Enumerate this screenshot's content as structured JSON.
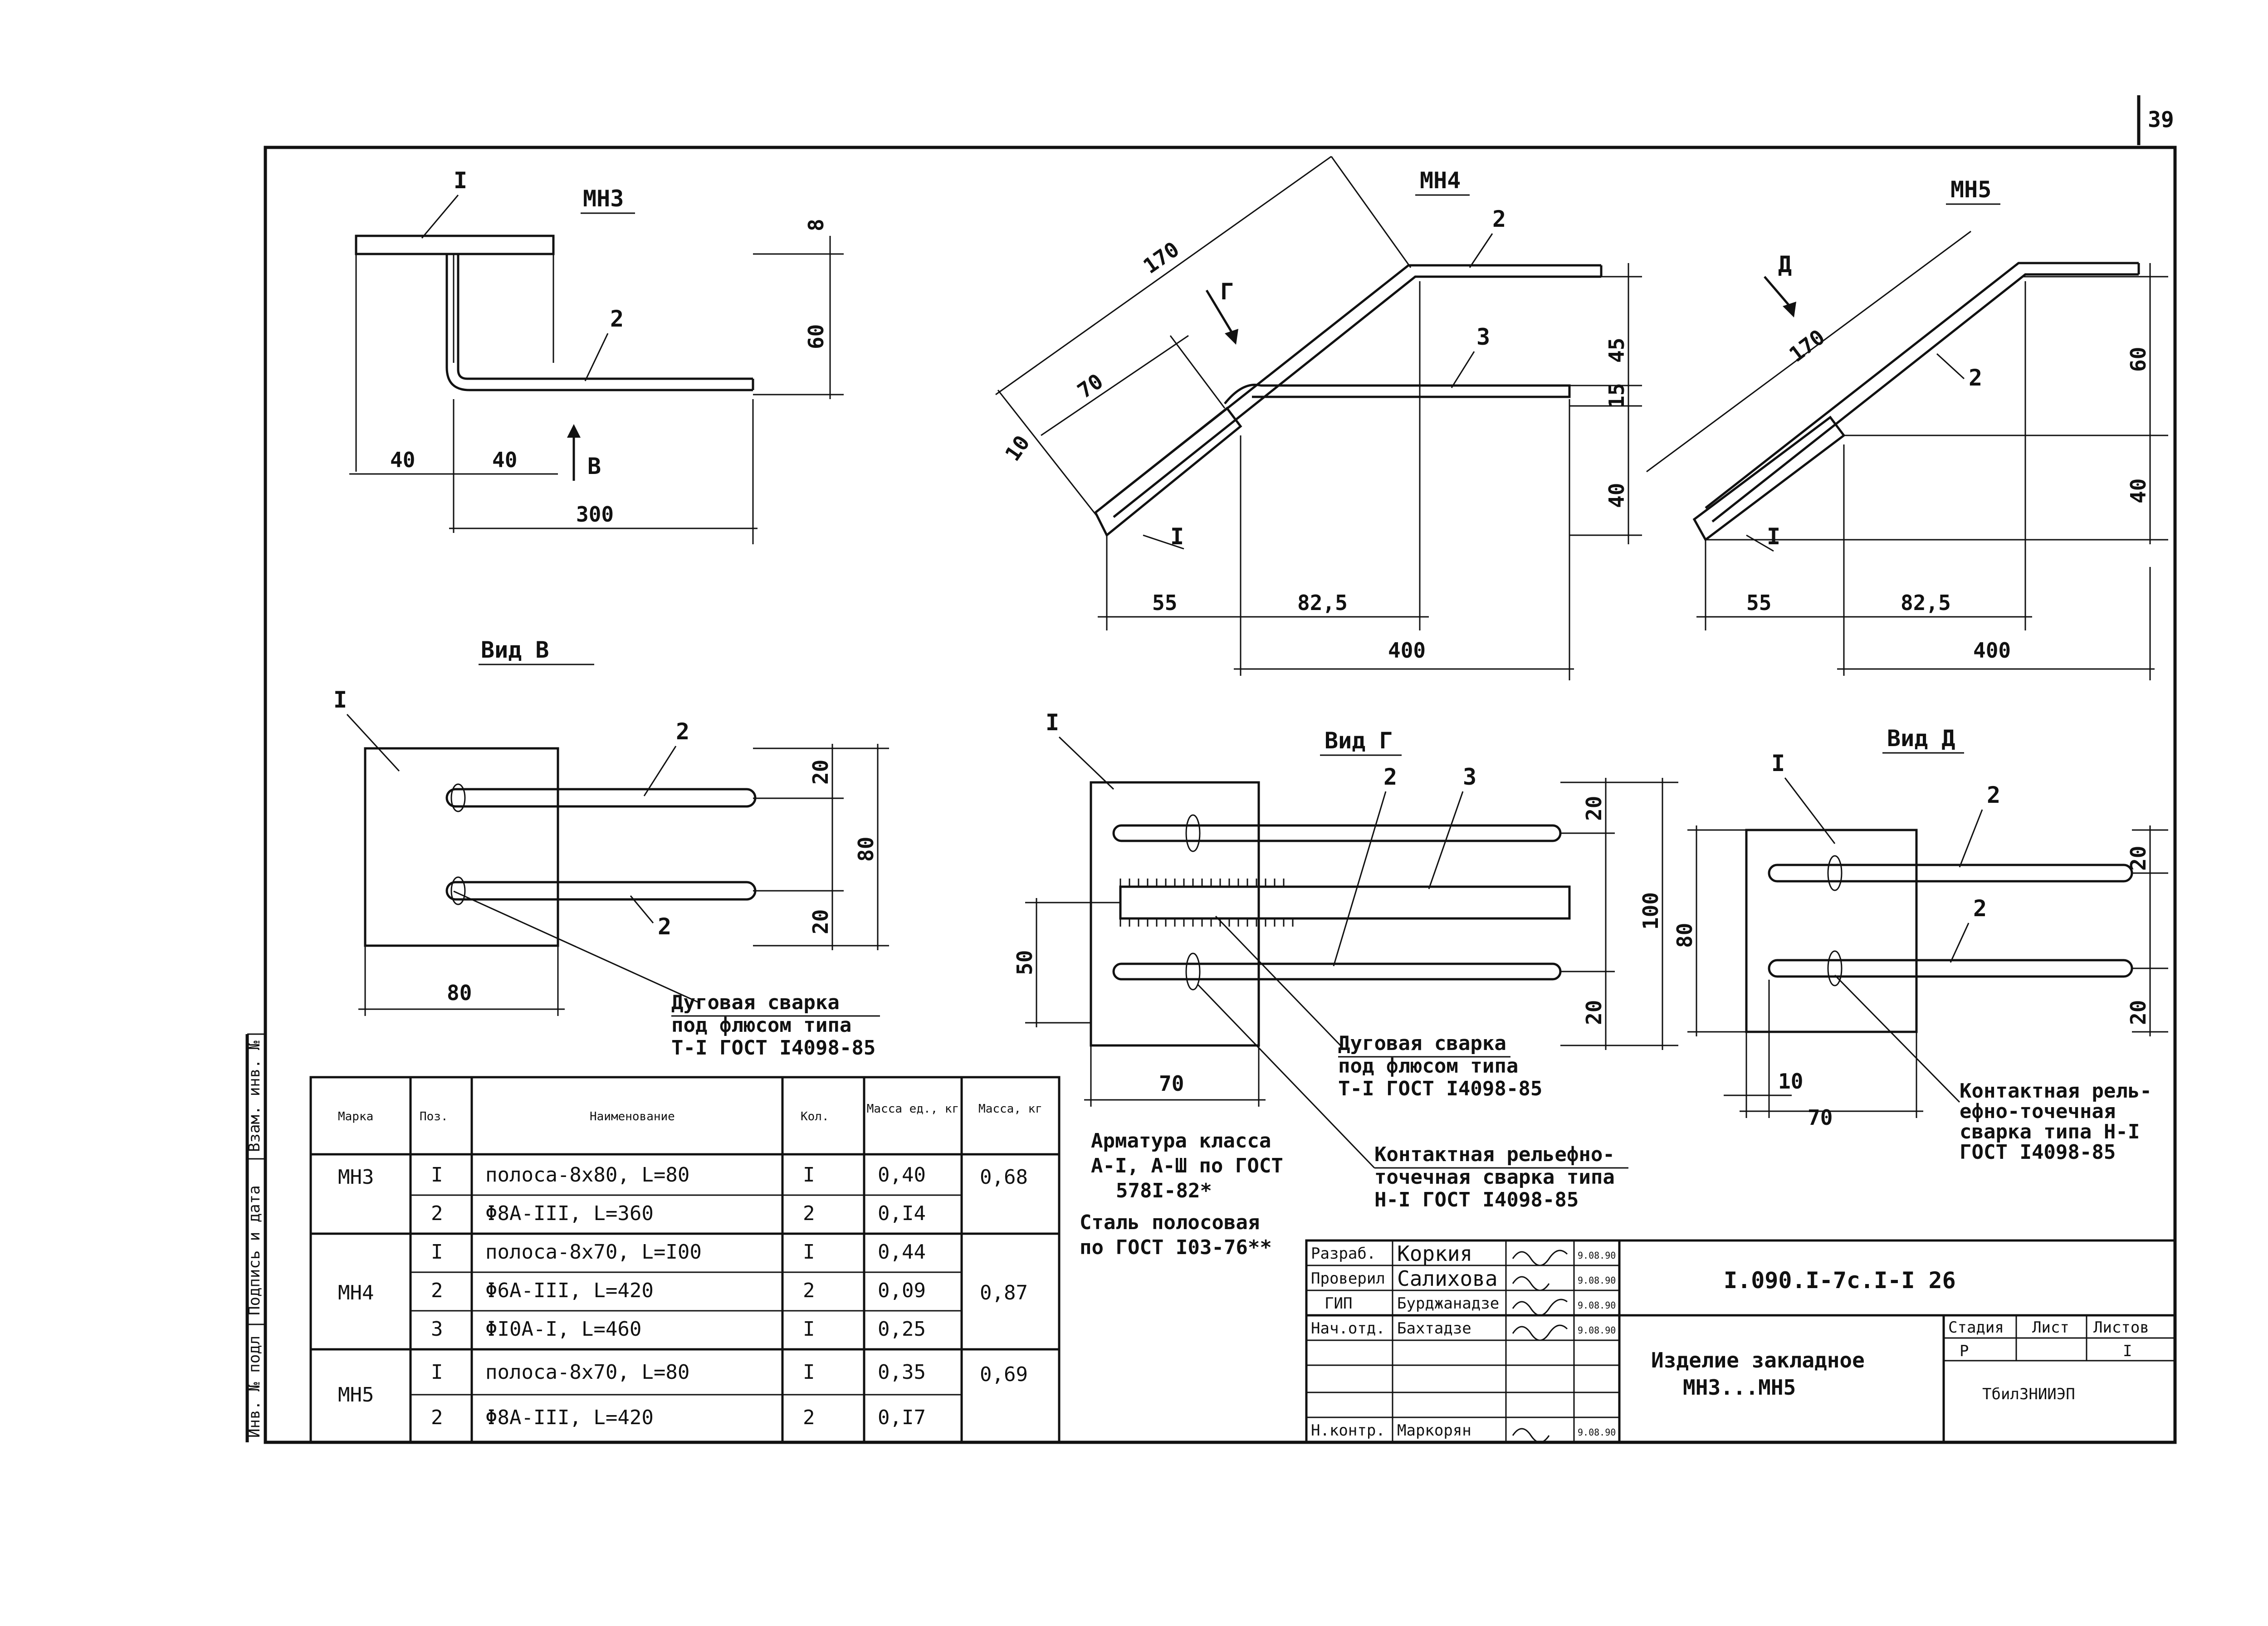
{
  "page_number": "39",
  "views": {
    "mn3": "МН3",
    "mn4": "МН4",
    "mn5": "МН5",
    "vid_b": "Вид В",
    "vid_g": "Вид Г",
    "vid_d": "Вид Д"
  },
  "markers": {
    "b": "В",
    "g": "Г",
    "d": "Д"
  },
  "positions": {
    "p1": "I",
    "p2": "2",
    "p3": "3"
  },
  "dimensions": {
    "d8": "8",
    "d60": "60",
    "d40": "40",
    "d300": "300",
    "d170": "170",
    "d70": "70",
    "d10": "10",
    "d45": "45",
    "d15": "15",
    "d55": "55",
    "d82_5": "82,5",
    "d400": "400",
    "d20": "20",
    "d80": "80",
    "d100": "100",
    "d50": "50"
  },
  "notes": {
    "arc_weld": [
      "Дуговая сварка",
      "под флюсом типа",
      "Т-I ГОСТ I4098-85"
    ],
    "relief_weld_g": [
      "Контактная рельефно-",
      "точечная сварка типа",
      "Н-I ГОСТ I4098-85"
    ],
    "relief_weld_d": [
      "Контактная рель-",
      "ефно-точечная",
      "сварка типа Н-I",
      "ГОСТ  I4098-85"
    ],
    "rebar": [
      "Арматура класса",
      "А-I, А-Ш по ГОСТ",
      "578I-82*",
      "Сталь полосовая",
      "по ГОСТ I03-76**"
    ]
  },
  "side_margin": [
    "Взам. инв. №",
    "Подпись и дата",
    "Инв. № подл"
  ],
  "spec_table": {
    "headers": [
      "Марка",
      "Поз.",
      "Наименование",
      "Кол.",
      "Масса ед., кг",
      "Масса, кг"
    ],
    "groups": [
      {
        "mark": "МН3",
        "total": "0,68",
        "rows": [
          {
            "pos": "I",
            "name": "полоса-8х80, L=80",
            "qty": "I",
            "mass": "0,40"
          },
          {
            "pos": "2",
            "name": "Φ8А-III, L=360",
            "qty": "2",
            "mass": "0,I4"
          }
        ]
      },
      {
        "mark": "МН4",
        "total": "0,87",
        "rows": [
          {
            "pos": "I",
            "name": "полоса-8х70, L=I00",
            "qty": "I",
            "mass": "0,44"
          },
          {
            "pos": "2",
            "name": "Φ6А-III, L=420",
            "qty": "2",
            "mass": "0,09"
          },
          {
            "pos": "3",
            "name": "ΦI0А-I, L=460",
            "qty": "I",
            "mass": "0,25"
          }
        ]
      },
      {
        "mark": "МН5",
        "total": "0,69",
        "rows": [
          {
            "pos": "I",
            "name": "полоса-8х70, L=80",
            "qty": "I",
            "mass": "0,35"
          },
          {
            "pos": "2",
            "name": "Φ8А-III, L=420",
            "qty": "2",
            "mass": "0,I7"
          }
        ]
      }
    ]
  },
  "title_block": {
    "designation": "I.090.I-7c.I-I 26",
    "name": [
      "Изделие закладное",
      "МН3...МН5"
    ],
    "stage_header": "Стадия",
    "sheet_header": "Лист",
    "sheets_header": "Листов",
    "stage": "Р",
    "sheets": "I",
    "org": "ТбилЗНИИЭП",
    "people": [
      {
        "role": "Разраб.",
        "name": "Коркия",
        "date": "9.08.90"
      },
      {
        "role": "Проверил",
        "name": "Салихова",
        "date": "9.08.90"
      },
      {
        "role": "ГИП",
        "name": "Бурджанадзе",
        "date": "9.08.90"
      },
      {
        "role": "Нач.отд.",
        "name": "Бахтадзе",
        "date": "9.08.90"
      },
      {
        "role": "Н.контр.",
        "name": "Маркорян",
        "date": "9.08.90"
      }
    ]
  }
}
